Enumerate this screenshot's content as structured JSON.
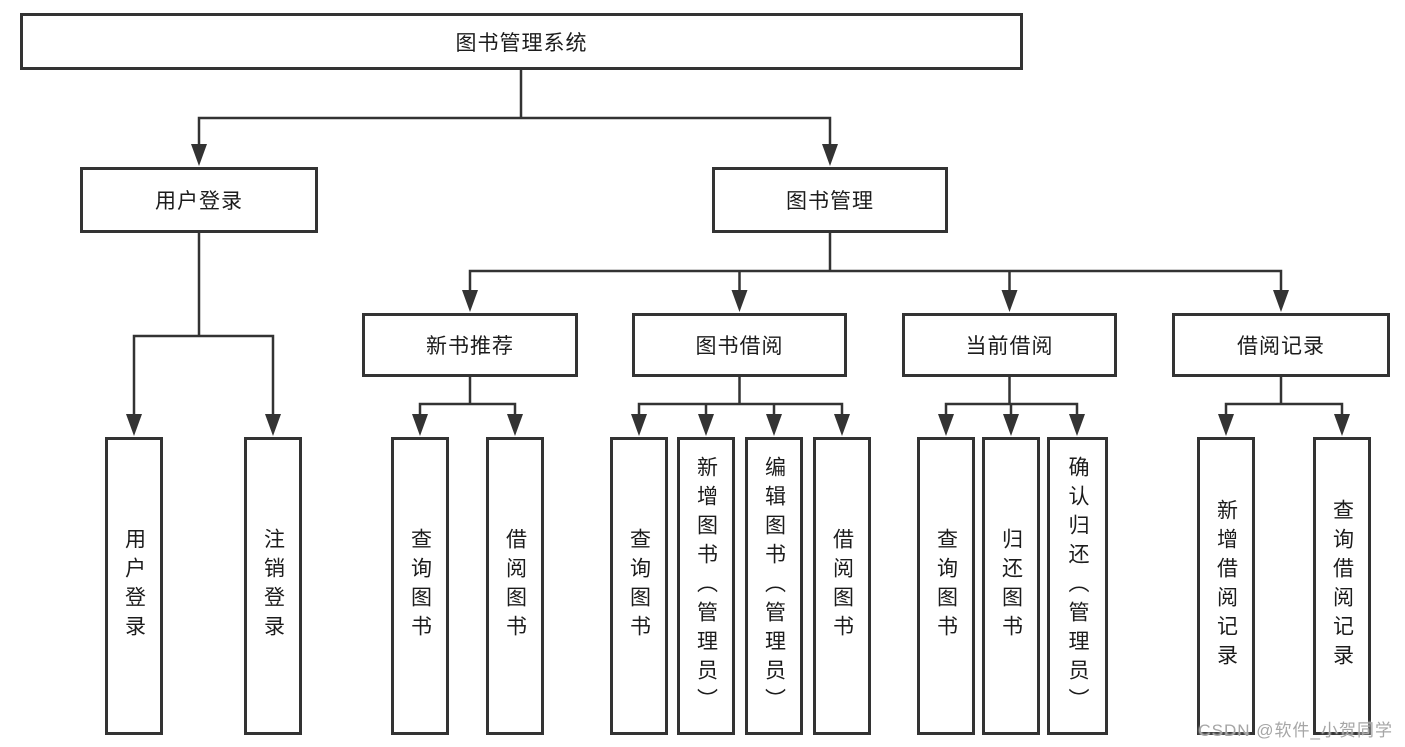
{
  "tree": {
    "label": "图书管理系统",
    "children": [
      {
        "label": "用户登录",
        "children": [
          {
            "label": "用户登录"
          },
          {
            "label": "注销登录"
          }
        ]
      },
      {
        "label": "图书管理",
        "children": [
          {
            "label": "新书推荐",
            "children": [
              {
                "label": "查询图书"
              },
              {
                "label": "借阅图书"
              }
            ]
          },
          {
            "label": "图书借阅",
            "children": [
              {
                "label": "查询图书"
              },
              {
                "label": "新增图书（管理员）"
              },
              {
                "label": "编辑图书（管理员）"
              },
              {
                "label": "借阅图书"
              }
            ]
          },
          {
            "label": "当前借阅",
            "children": [
              {
                "label": "查询图书"
              },
              {
                "label": "归还图书"
              },
              {
                "label": "确认归还（管理员）"
              }
            ]
          },
          {
            "label": "借阅记录",
            "children": [
              {
                "label": "新增借阅记录"
              },
              {
                "label": "查询借阅记录"
              }
            ]
          }
        ]
      }
    ]
  },
  "watermark": {
    "text": "CSDN @软件_小贺同学"
  },
  "colors": {
    "line": "#333333",
    "box_border": "#333333",
    "text": "#1c1c1c",
    "watermark": "#a6a6a6",
    "background": "#ffffff"
  }
}
